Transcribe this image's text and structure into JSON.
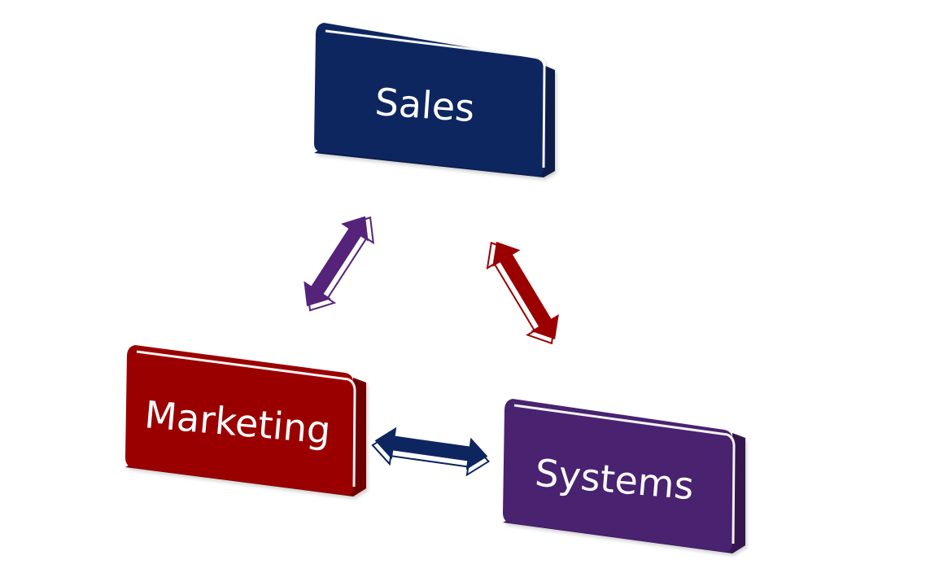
{
  "diagram": {
    "nodes": [
      {
        "id": "sales",
        "label": "Sales",
        "color": "#0d2660"
      },
      {
        "id": "marketing",
        "label": "Marketing",
        "color": "#9b0000"
      },
      {
        "id": "systems",
        "label": "Systems",
        "color": "#4a2270"
      }
    ],
    "edges": [
      {
        "from": "sales",
        "to": "marketing",
        "direction": "both",
        "color": "#55237a"
      },
      {
        "from": "sales",
        "to": "systems",
        "direction": "both",
        "color": "#9b0000"
      },
      {
        "from": "marketing",
        "to": "systems",
        "direction": "both",
        "color": "#0d2660"
      }
    ]
  }
}
